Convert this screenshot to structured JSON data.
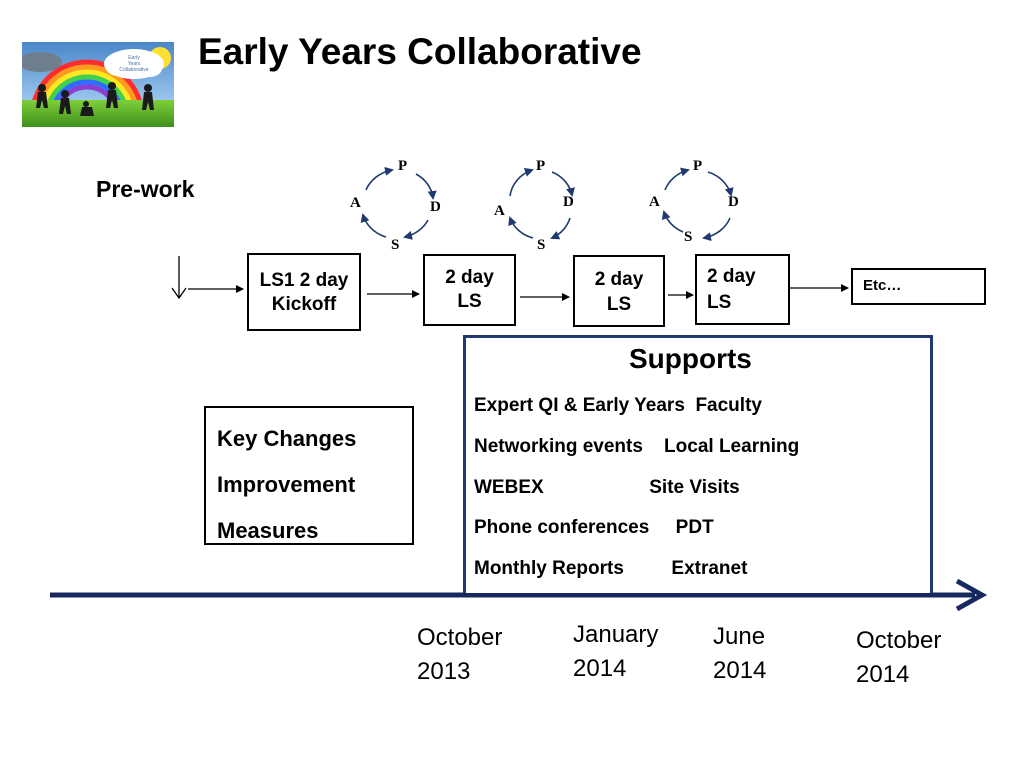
{
  "logo": {
    "text_line1": "Early",
    "text_line2": "Years",
    "text_line3": "Collaborative"
  },
  "title": "Early Years Collaborative",
  "prework_label": "Pre-work",
  "pdsa": {
    "p": "P",
    "d": "D",
    "s": "S",
    "a": "A"
  },
  "sessions": [
    {
      "line1": "LS1 2 day",
      "line2": "Kickoff"
    },
    {
      "line1": "2 day",
      "line2": "LS"
    },
    {
      "line1": "2 day",
      "line2": "LS"
    },
    {
      "line1": "2 day",
      "line2": "LS"
    },
    {
      "line1": "Etc…"
    }
  ],
  "key_changes": [
    "Key Changes",
    "Improvement",
    "Measures"
  ],
  "supports": {
    "heading": "Supports",
    "lines": [
      "Expert QI & Early Years  Faculty",
      "Networking events    Local Learning",
      "WEBEX                    Site Visits",
      "Phone conferences     PDT",
      "Monthly Reports         Extranet"
    ]
  },
  "dates": [
    {
      "month": "October",
      "year": "2013"
    },
    {
      "month": "January",
      "year": "2014"
    },
    {
      "month": "June",
      "year": "2014"
    },
    {
      "month": "October",
      "year": "2014"
    }
  ],
  "colors": {
    "navy": "#17285e",
    "box_border": "#000000",
    "supports_border": "#1f3a6e"
  }
}
